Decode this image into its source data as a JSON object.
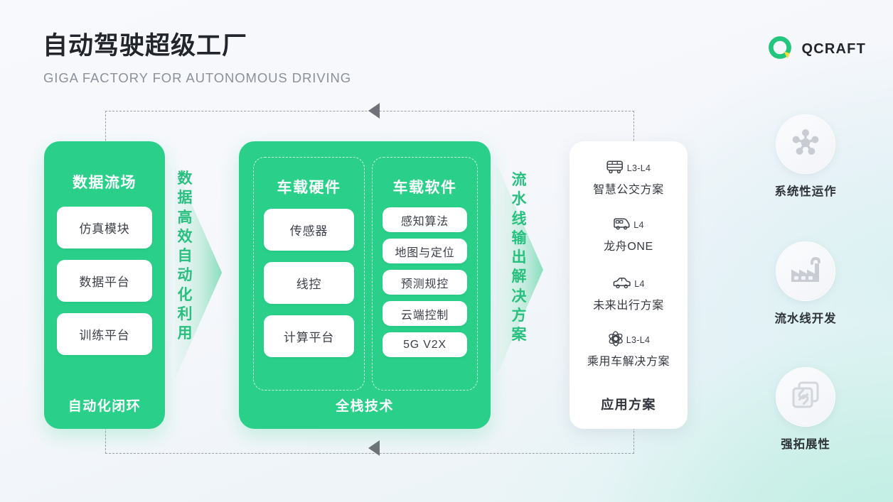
{
  "header": {
    "title": "自动驾驶超级工厂",
    "subtitle": "GIGA FACTORY FOR AUTONOMOUS DRIVING",
    "logo_text": "QCRAFT"
  },
  "colors": {
    "green": "#2ad08a",
    "green_text": "#27c07e",
    "logo_green": "#22c67d",
    "logo_yellow": "#f5de3b",
    "dark_text": "#22252b",
    "muted_text": "#8b9099",
    "dashed_line": "#9a9ea6",
    "arrow": "#6f7278"
  },
  "data_panel": {
    "head": "数据流场",
    "items": [
      {
        "label": "仿真模块"
      },
      {
        "label": "数据平台"
      },
      {
        "label": "训练平台"
      }
    ],
    "foot": "自动化闭环"
  },
  "connector_left": {
    "text": "数据高效自动化利用",
    "chars": [
      "数",
      "据",
      "高",
      "效",
      "自",
      "动",
      "化",
      "利",
      "用"
    ]
  },
  "tech_panel": {
    "groups": [
      {
        "head": "车载硬件",
        "items": [
          {
            "label": "传感器"
          },
          {
            "label": "线控"
          },
          {
            "label": "计算平台"
          }
        ]
      },
      {
        "head": "车载软件",
        "items": [
          {
            "label": "感知算法"
          },
          {
            "label": "地图与定位"
          },
          {
            "label": "预测规控"
          },
          {
            "label": "云端控制"
          },
          {
            "label": "5G V2X"
          }
        ]
      }
    ],
    "foot": "全栈技术"
  },
  "connector_right": {
    "text": "流水线输出解决方案",
    "chars": [
      "流",
      "水",
      "线",
      "输",
      "出",
      "解",
      "决",
      "方",
      "案"
    ]
  },
  "solutions_card": {
    "items": [
      {
        "icon": "bus-icon",
        "level": "L3-L4",
        "label": "智慧公交方案"
      },
      {
        "icon": "minibus-icon",
        "level": "L4",
        "label": "龙舟ONE"
      },
      {
        "icon": "car-icon",
        "level": "L4",
        "label": "未来出行方案"
      },
      {
        "icon": "atom-icon",
        "level": "L3-L4",
        "label": "乘用车解决方案"
      }
    ],
    "foot": "应用方案"
  },
  "features": [
    {
      "icon": "network-hub-icon",
      "label": "系统性运作"
    },
    {
      "icon": "factory-icon",
      "label": "流水线开发"
    },
    {
      "icon": "linked-cards-icon",
      "label": "强拓展性"
    }
  ]
}
